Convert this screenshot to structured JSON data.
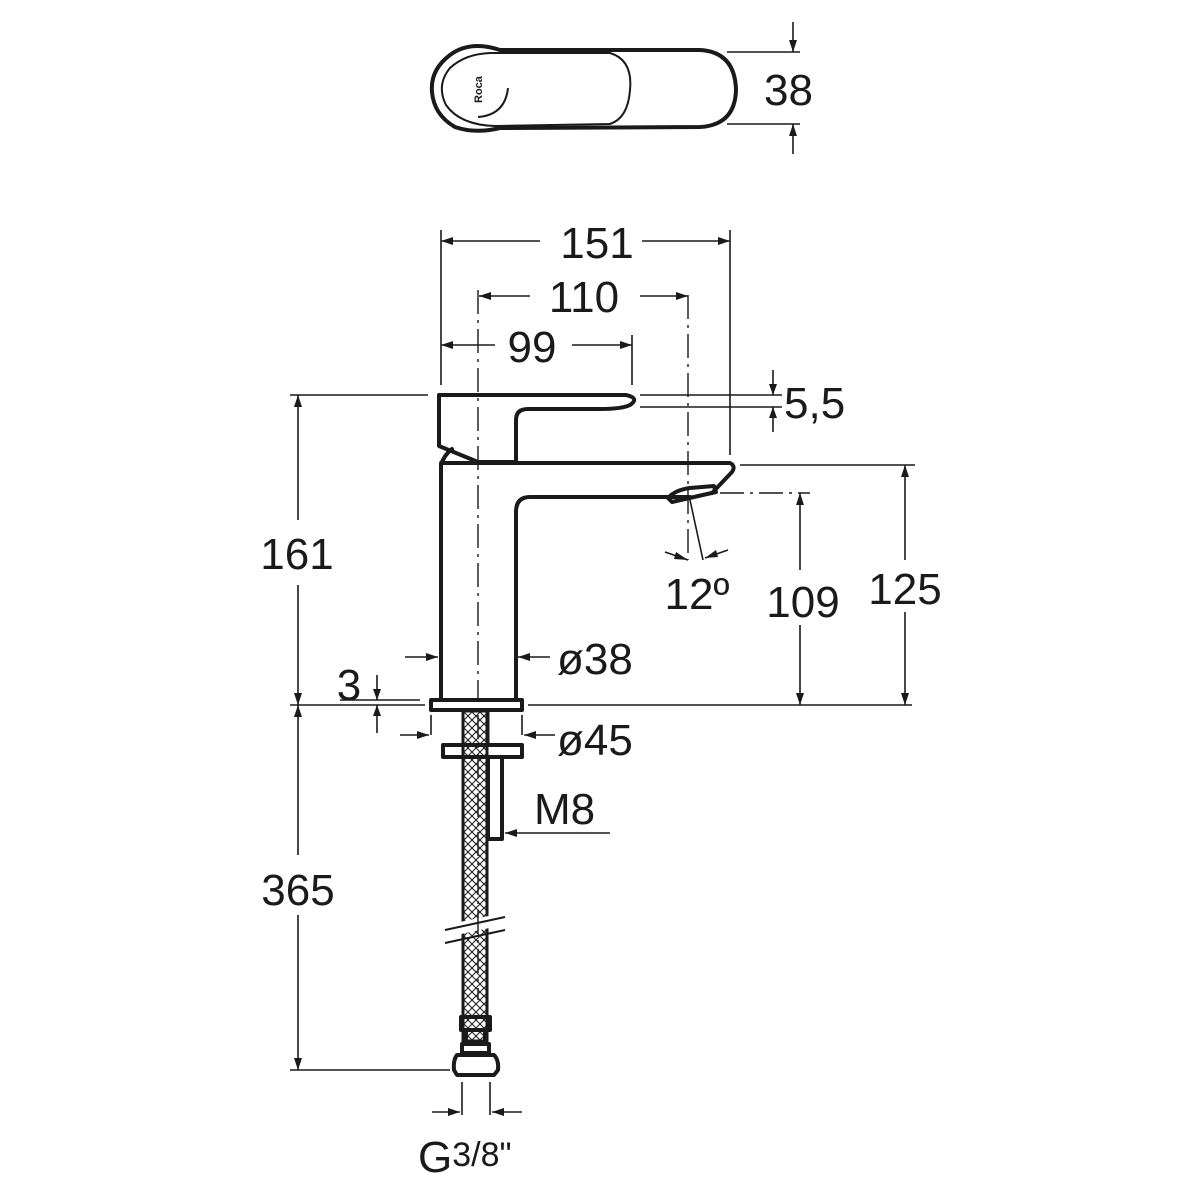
{
  "brand_logo": "Roca",
  "dimensions": {
    "top_view_depth": "38",
    "overall_width": "151",
    "spout_reach": "110",
    "handle_length": "99",
    "handle_thickness": "5,5",
    "overall_height": "161",
    "spout_angle": "12º",
    "outlet_height": "109",
    "spout_height": "125",
    "body_diameter": "ø38",
    "base_thickness": "3",
    "base_diameter": "ø45",
    "stud_thread": "M8",
    "hose_length": "365",
    "connection_thread": "G",
    "connection_fraction": "3/8\""
  }
}
